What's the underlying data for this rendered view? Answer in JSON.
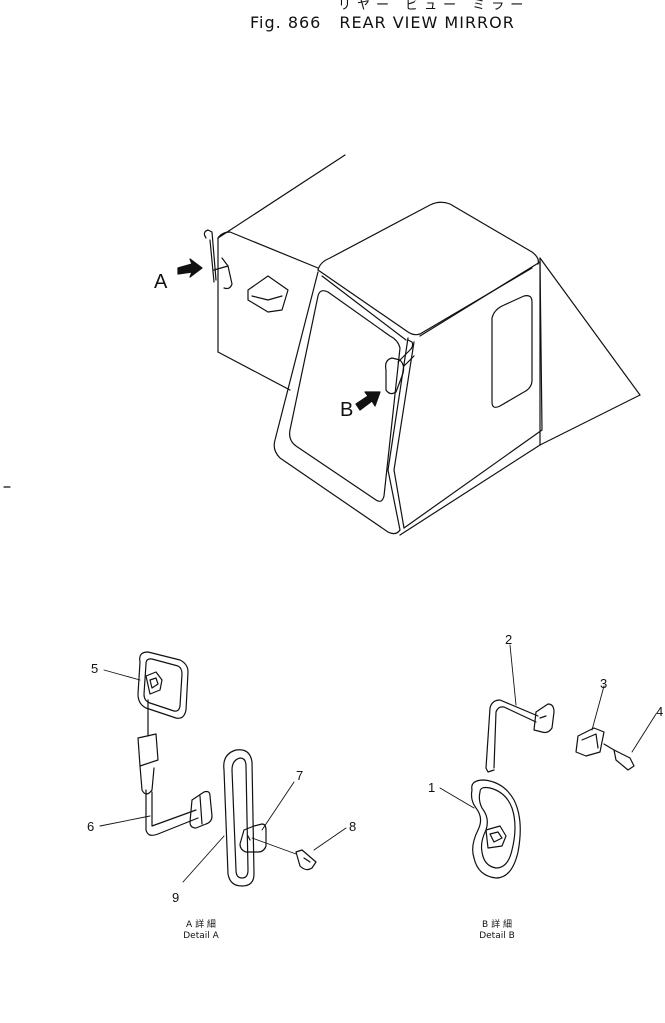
{
  "header": {
    "kana_title": "リヤー ビュー ミラー",
    "fig_label": "Fig. 866",
    "title": "REAR VIEW MIRROR"
  },
  "callouts": {
    "a": "A",
    "b": "B"
  },
  "parts": {
    "p1": "1",
    "p2": "2",
    "p3": "3",
    "p4": "4",
    "p5": "5",
    "p6": "6",
    "p7": "7",
    "p8": "8",
    "p9": "9"
  },
  "captions": {
    "detail_a_jp": "A 詳 細",
    "detail_a": "Detail A",
    "detail_b_jp": "B 詳 細",
    "detail_b": "Detail B"
  },
  "colors": {
    "ink": "#111111",
    "paper": "#ffffff"
  }
}
